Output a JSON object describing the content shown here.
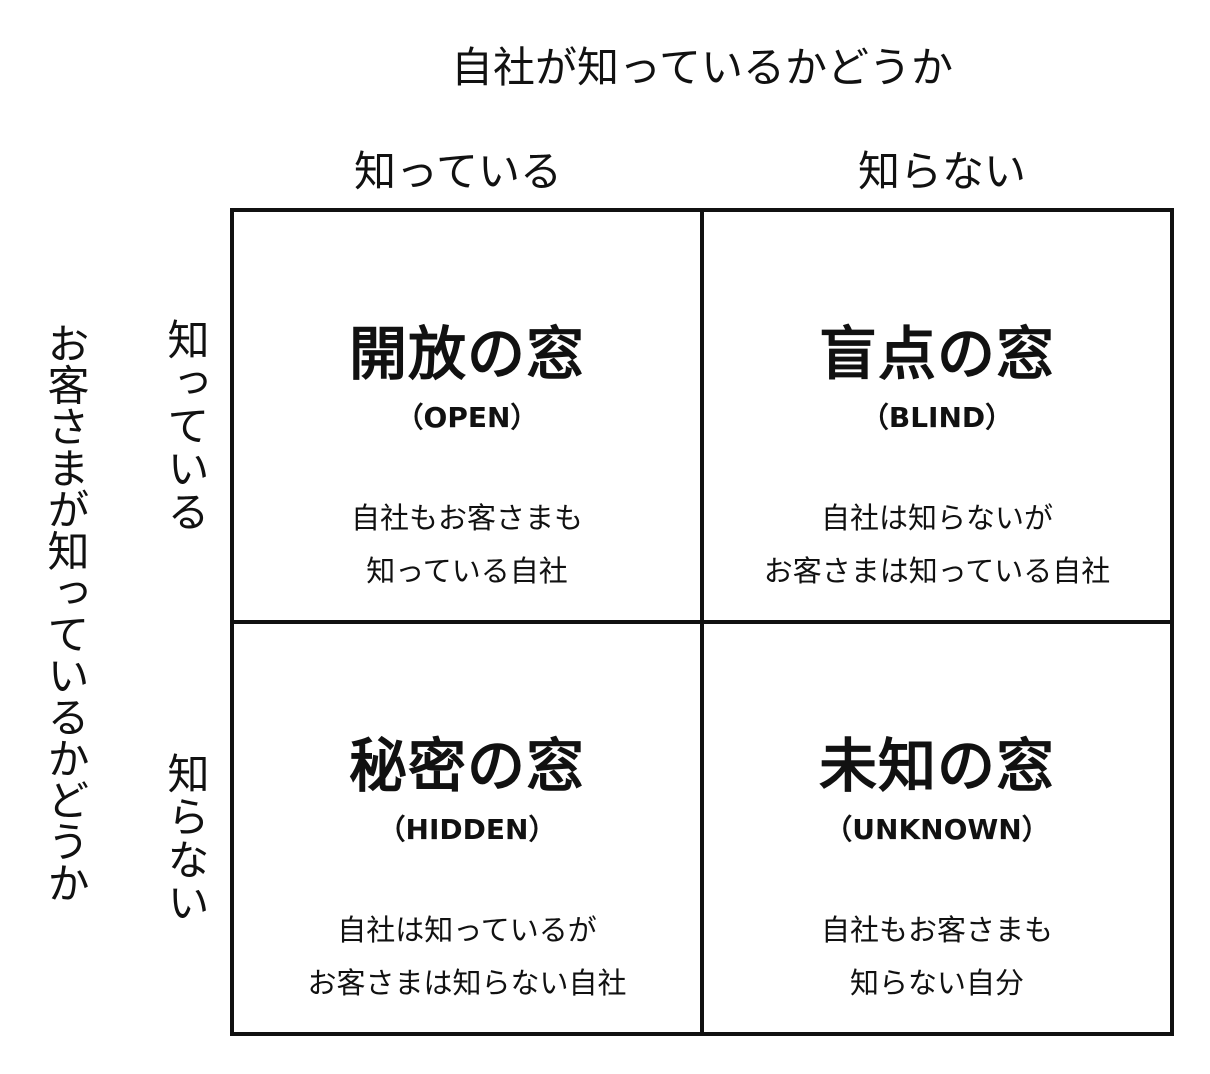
{
  "axes": {
    "top_title": "自社が知っているかどうか",
    "left_title": "お客さまが知っているかどうか",
    "columns": [
      "知っている",
      "知らない"
    ],
    "rows": [
      "知っている",
      "知らない"
    ]
  },
  "quadrants": {
    "top_left": {
      "title": "開放の窓",
      "subtitle": "（OPEN）",
      "desc": [
        "自社もお客さまも",
        "知っている自社"
      ]
    },
    "top_right": {
      "title": "盲点の窓",
      "subtitle": "（BLIND）",
      "desc": [
        "自社は知らないが",
        "お客さまは知っている自社"
      ]
    },
    "bottom_left": {
      "title": "秘密の窓",
      "subtitle": "（HIDDEN）",
      "desc": [
        "自社は知っているが",
        "お客さまは知らない自社"
      ]
    },
    "bottom_right": {
      "title": "未知の窓",
      "subtitle": "（UNKNOWN）",
      "desc": [
        "自社もお客さまも",
        "知らない自分"
      ]
    }
  }
}
